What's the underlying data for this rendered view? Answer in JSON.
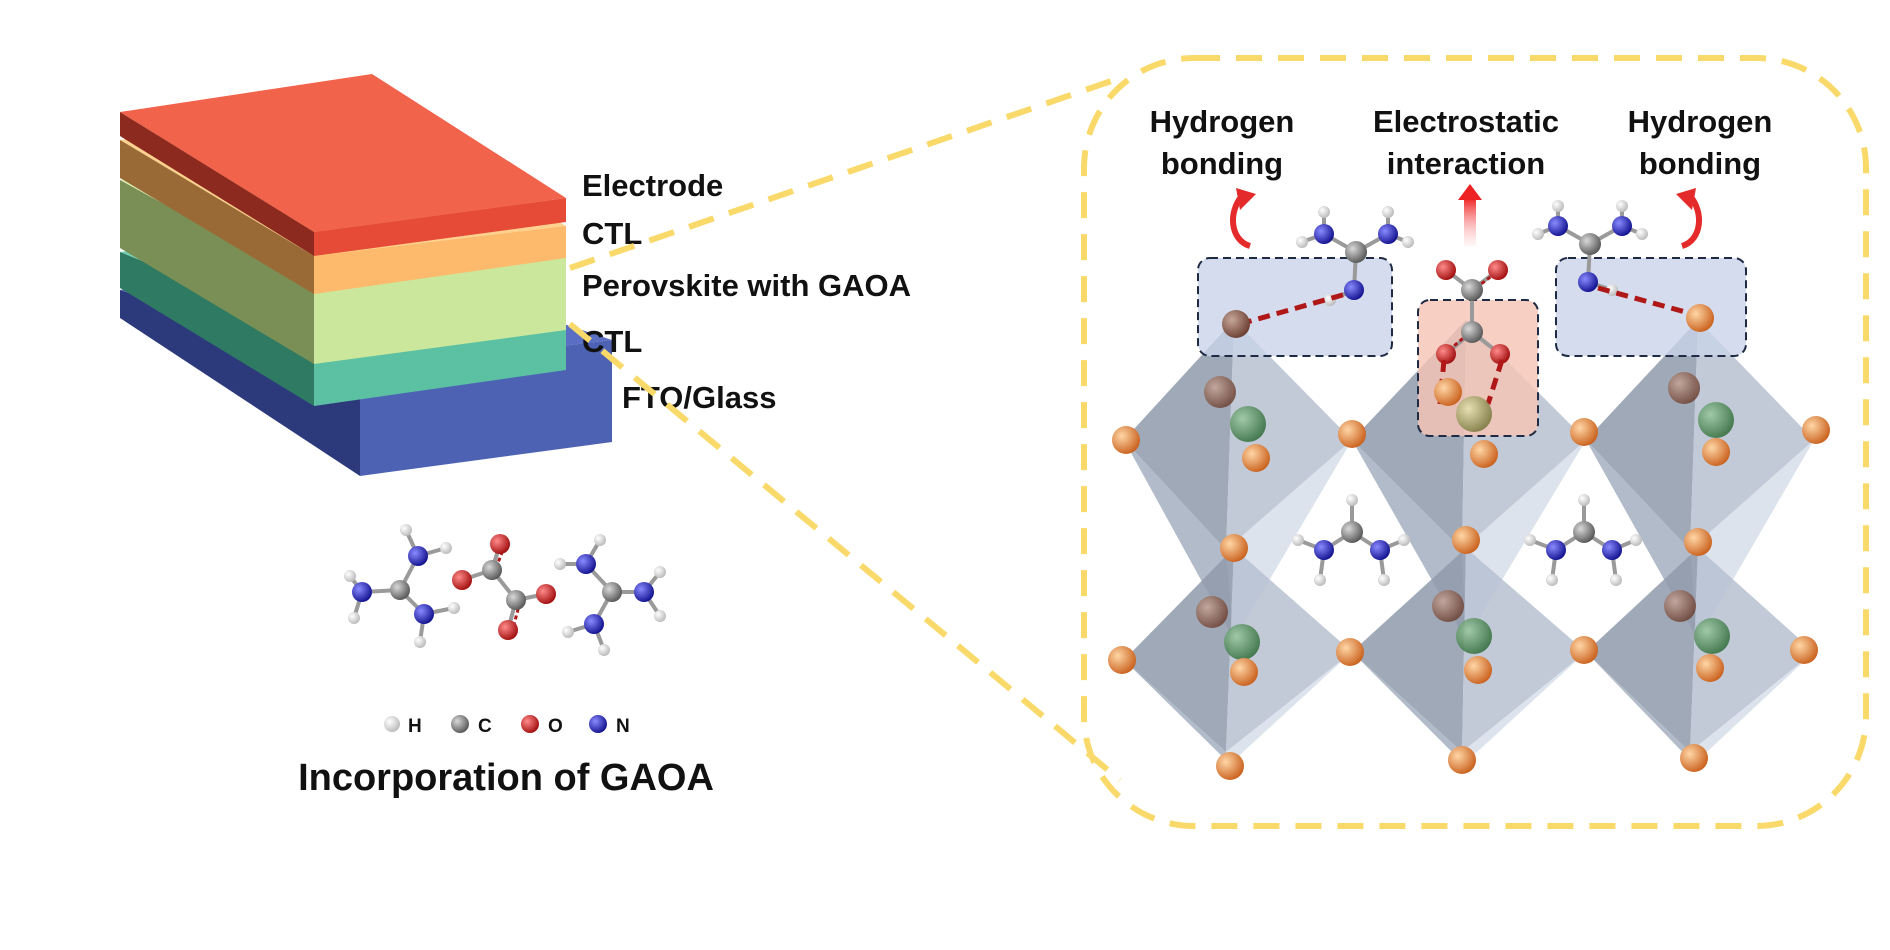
{
  "device_stack": {
    "layers": [
      {
        "label": "Electrode",
        "color": "#f2634c"
      },
      {
        "label": "CTL",
        "color": "#fdb96c"
      },
      {
        "label": "Perovskite with GAOA",
        "color": "#cbe79c"
      },
      {
        "label": "CTL",
        "color": "#5cc0a3"
      },
      {
        "label": "FTO/Glass",
        "color": "#4d62b3"
      }
    ]
  },
  "molecule": {
    "legend": [
      {
        "symbol": "H",
        "color": "#f0f0f0"
      },
      {
        "symbol": "C",
        "color": "#7a7a7a"
      },
      {
        "symbol": "O",
        "color": "#d42020"
      },
      {
        "symbol": "N",
        "color": "#2424c8"
      }
    ],
    "caption": "Incorporation of GAOA"
  },
  "zoom": {
    "frame_color": "#f9d96a",
    "interactions": [
      {
        "line1": "Hydrogen",
        "line2": "bonding"
      },
      {
        "line1": "Electrostatic",
        "line2": "interaction"
      },
      {
        "line1": "Hydrogen",
        "line2": "bonding"
      }
    ],
    "colors": {
      "halide": "#e07a2a",
      "cation": "#2f7a3a",
      "octahedron": "#9aa6b8",
      "highlight_blue": "#c9d3e8",
      "highlight_red": "#f6c4b4",
      "bond": "#b01818"
    }
  }
}
